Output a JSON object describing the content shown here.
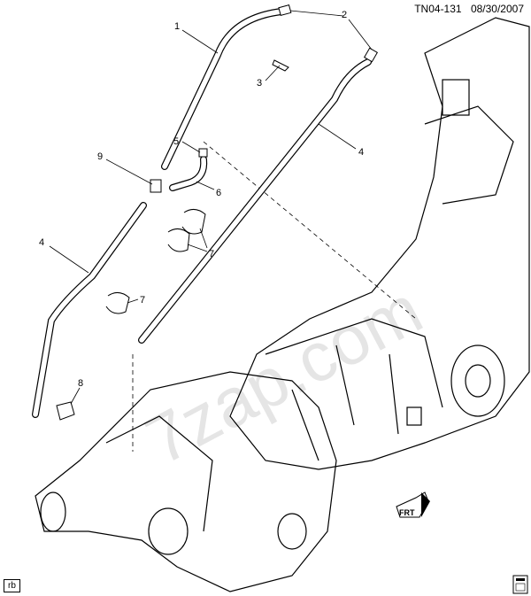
{
  "header": {
    "code": "TN04-131",
    "date": "08/30/2007"
  },
  "callouts": [
    "1",
    "2",
    "3",
    "4",
    "4",
    "5",
    "6",
    "7",
    "7",
    "8",
    "9"
  ],
  "front_arrow_label": "FRT",
  "corner_tag": "rb",
  "watermark": "7zap.com",
  "colors": {
    "line": "#000000",
    "watermark": "#d0d0d0"
  }
}
